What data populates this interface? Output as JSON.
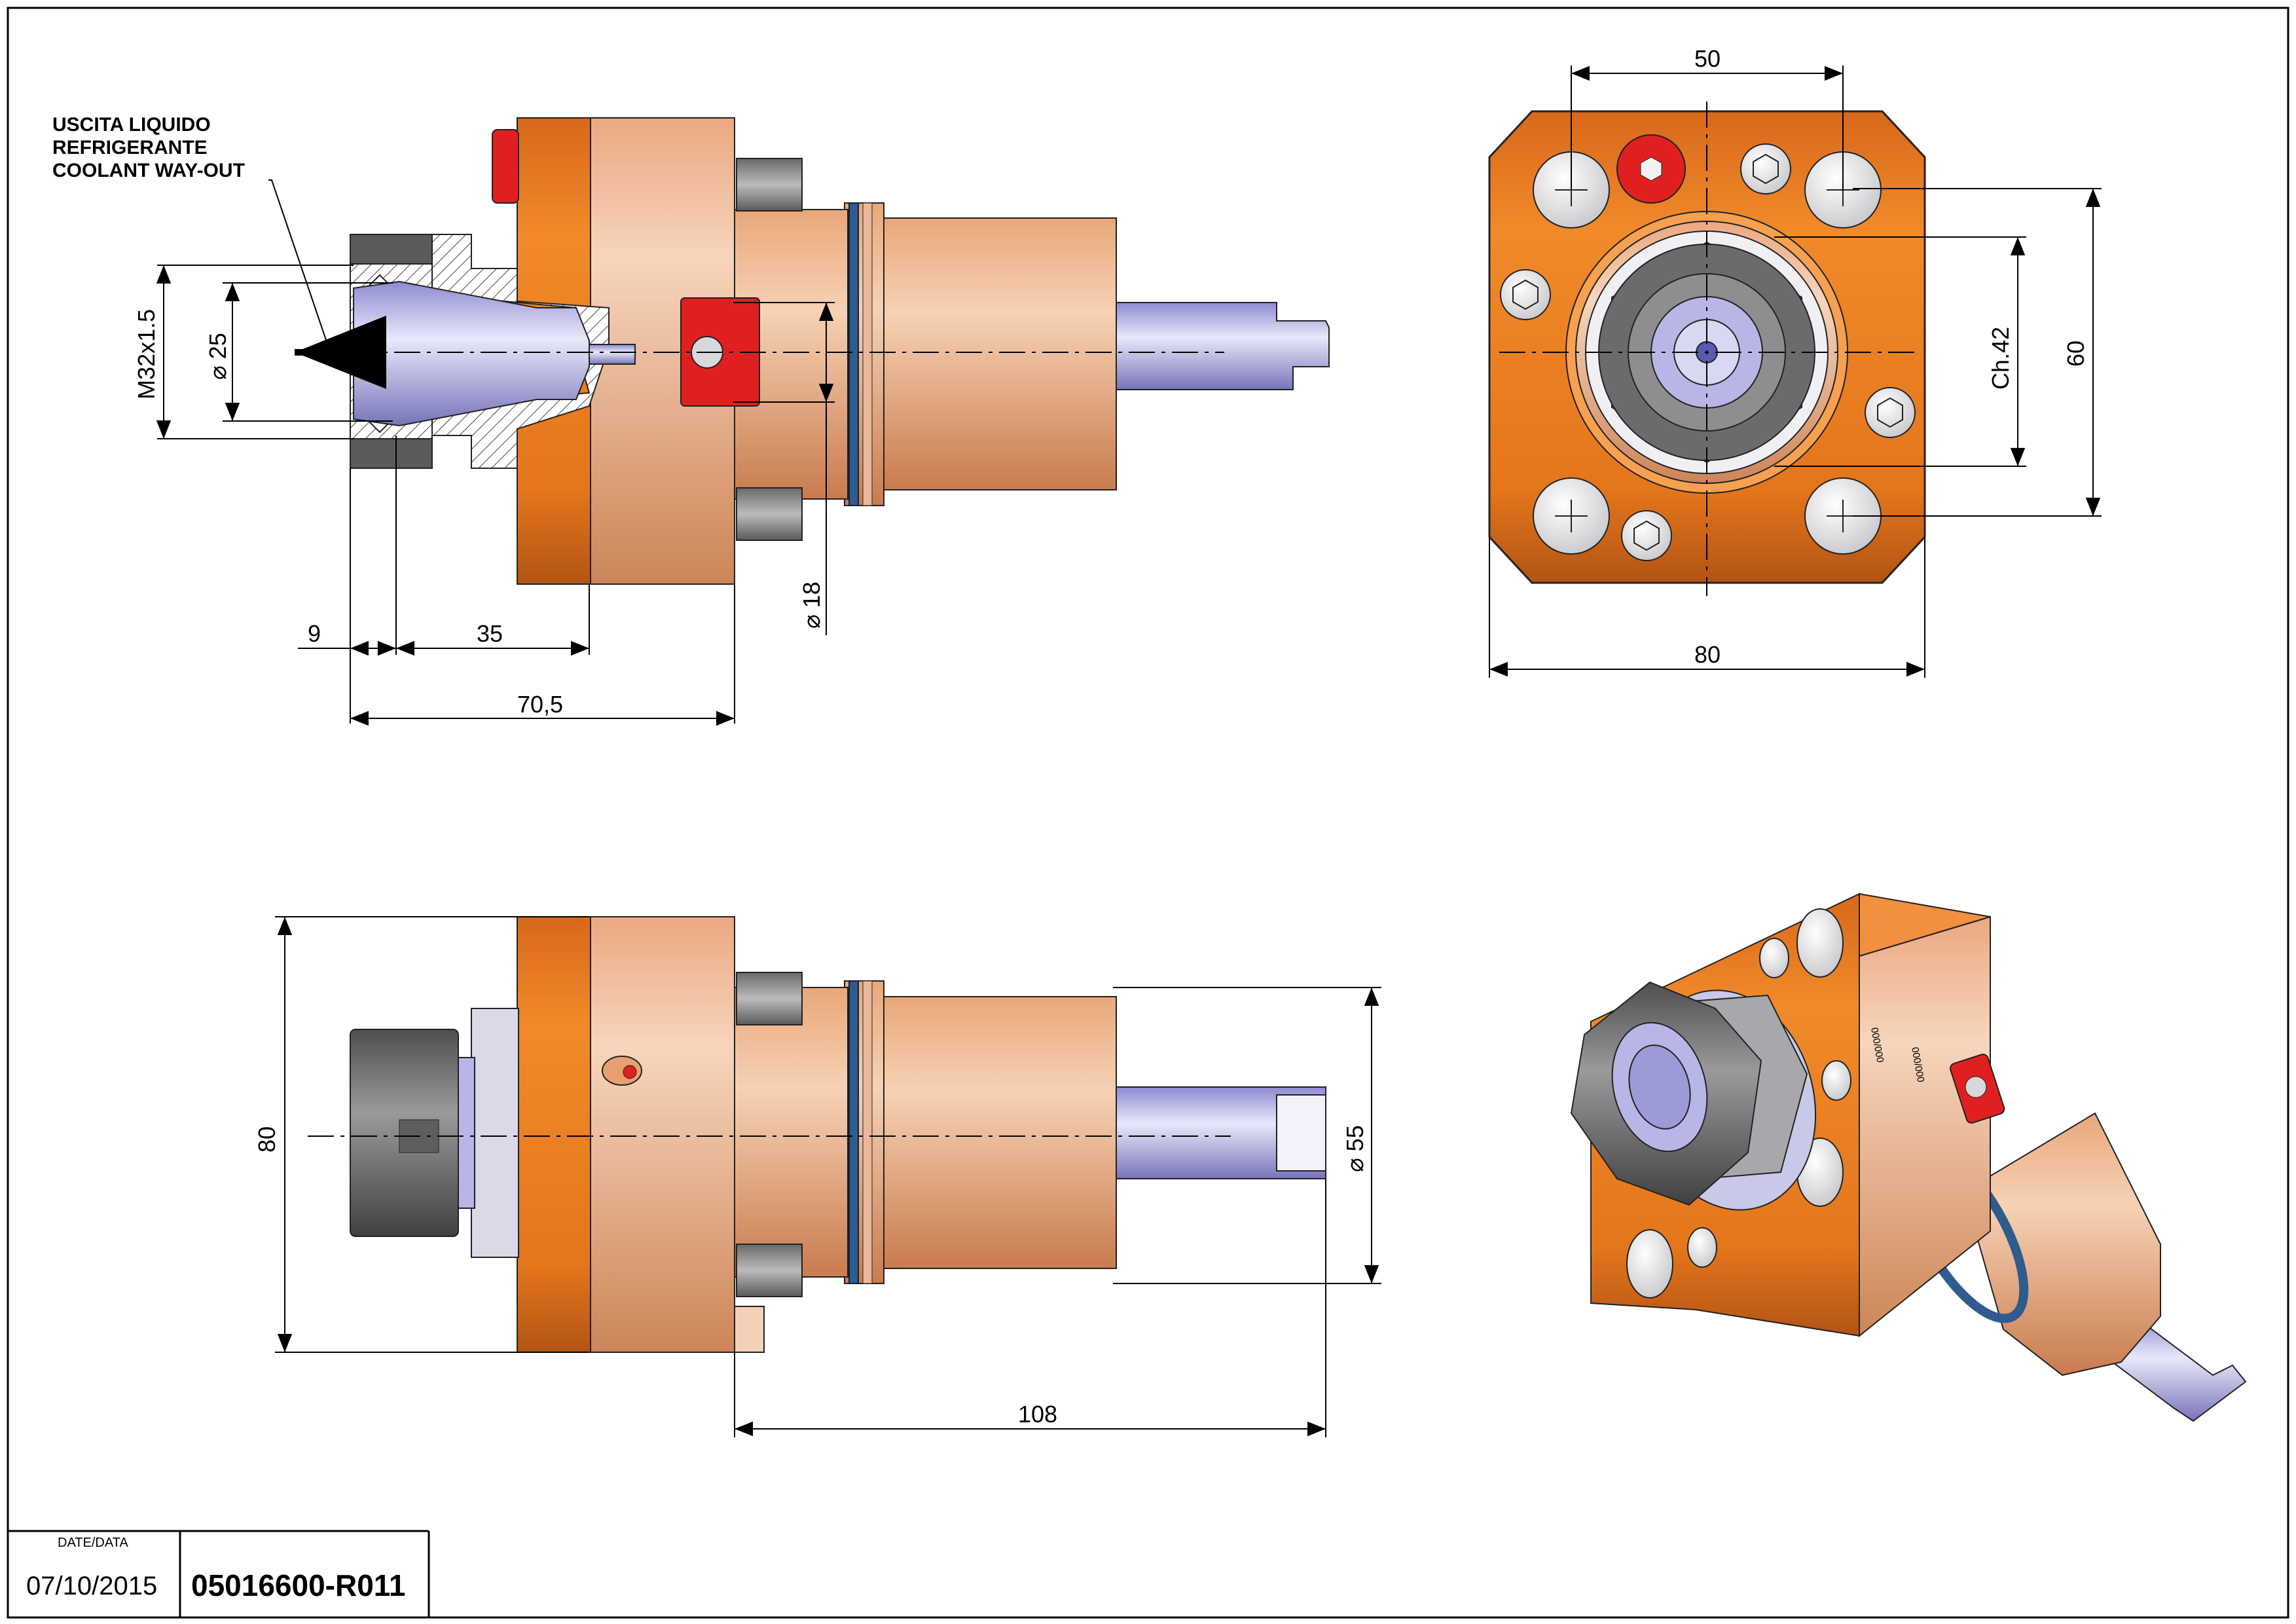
{
  "note": {
    "line1": "USCITA LIQUIDO",
    "line2": "REFRIGERANTE",
    "line3": "COOLANT WAY-OUT"
  },
  "side_view": {
    "thread": "M32x1.5",
    "collet_dia": "25",
    "shank_dia": "18",
    "dim_a": "9",
    "dim_b": "35",
    "dim_c": "70,5"
  },
  "front_view": {
    "bolt_spacing": "50",
    "hex_size": "Ch.42",
    "height": "60",
    "width": "80"
  },
  "bottom_view": {
    "height": "80",
    "body_dia": "55",
    "length": "108"
  },
  "iso_view": {
    "marking_1": "000/000",
    "marking_2": "000/000"
  },
  "title_block": {
    "date_label": "DATE/DATA",
    "date": "07/10/2015",
    "code": "05016600-R011"
  },
  "colors": {
    "body_orange": "#E8801E",
    "body_light": "#F3C9A4",
    "body_dark": "#B9561A",
    "nut_gray": "#6B6B6D",
    "collet_blue": "#B7B6E6",
    "thread_gray": "#8C8C8C",
    "oring_blue": "#2F5B8E",
    "screw_red": "#E02020"
  }
}
